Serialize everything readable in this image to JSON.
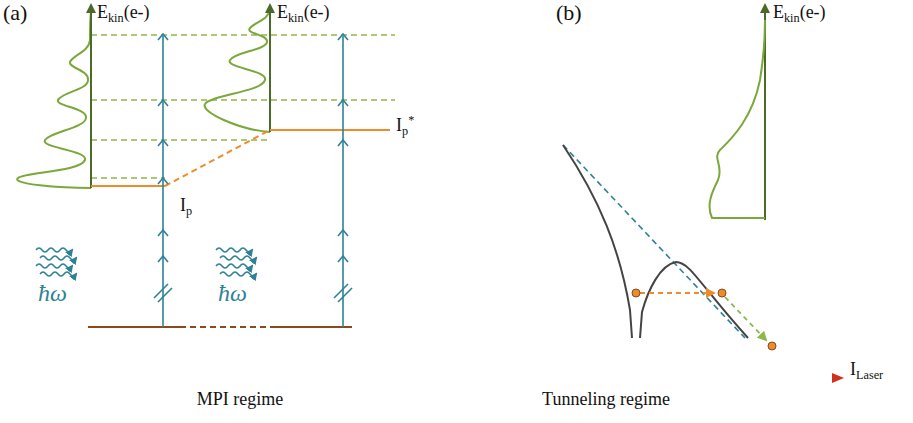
{
  "diagram": {
    "labels": [
      "(a)",
      "E",
      "kin",
      "(e-)",
      "E",
      "kin",
      "(e-)",
      "I",
      "p",
      "I",
      "p",
      "*",
      "ħω",
      "ħω",
      "(b)",
      "E",
      "kin",
      "(e-)",
      "MPI regime",
      "Tunneling regime",
      "I",
      "Laser"
    ]
  }
}
